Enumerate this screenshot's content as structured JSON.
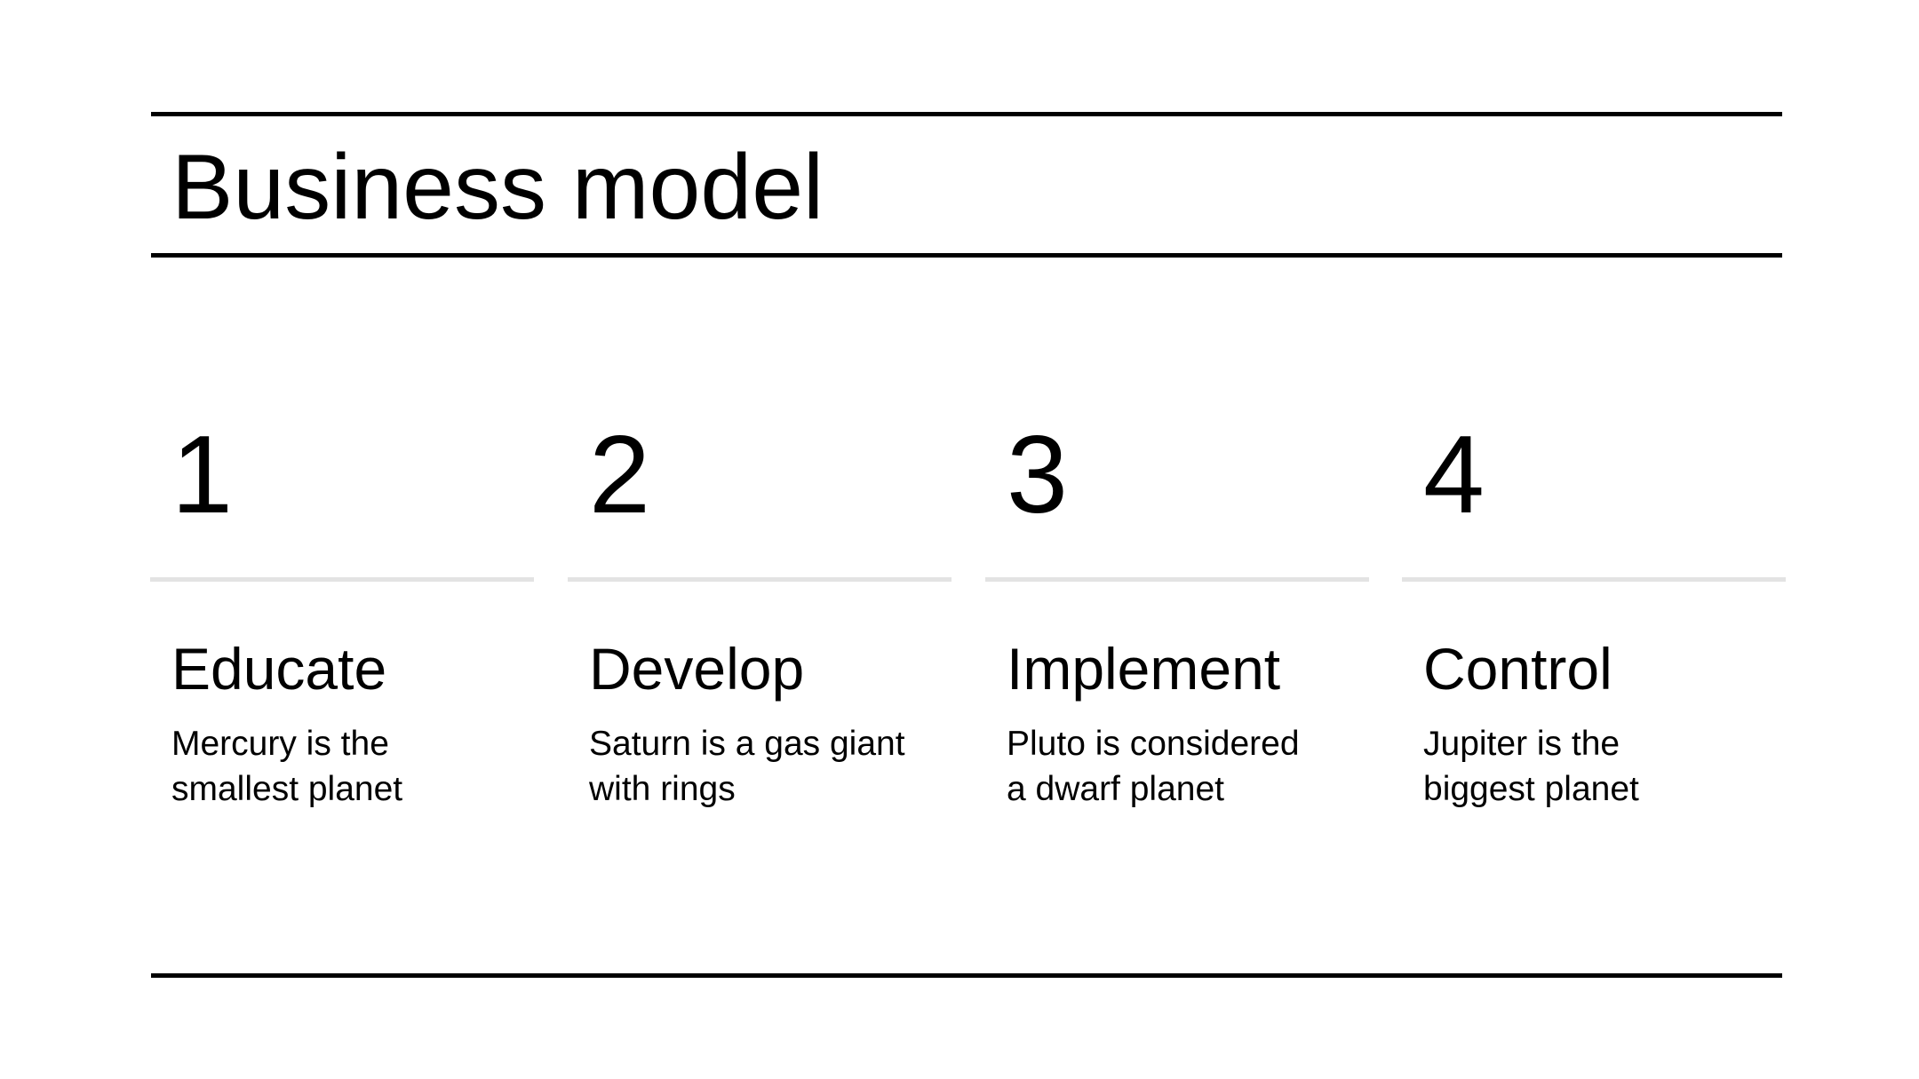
{
  "slide": {
    "title": "Business model",
    "steps": [
      {
        "number": "1",
        "heading": "Educate",
        "text_lines": [
          "Mercury is the",
          "smallest planet"
        ]
      },
      {
        "number": "2",
        "heading": "Develop",
        "text_lines": [
          "Saturn is a gas giant",
          "with rings"
        ]
      },
      {
        "number": "3",
        "heading": "Implement",
        "text_lines": [
          "Pluto is considered",
          "a dwarf planet"
        ]
      },
      {
        "number": "4",
        "heading": "Control",
        "text_lines": [
          "Jupiter is the",
          "biggest planet"
        ]
      }
    ]
  },
  "colors": {
    "background": "#ffffff",
    "text": "#000000",
    "rule": "#000000",
    "step_divider": "#e3e3e3"
  }
}
